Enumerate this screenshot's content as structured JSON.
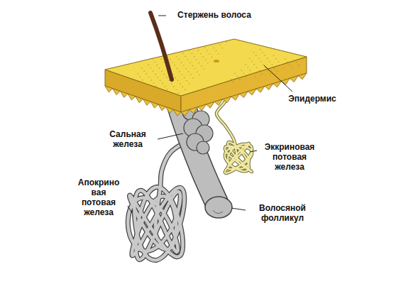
{
  "diagram": {
    "labels": [
      "Стержень волоса",
      "Эпидермис",
      "Сальная железа",
      "Эккриновая потовая железа",
      "Апокрино вая потовая железа",
      "Волосяной фолликул"
    ]
  }
}
